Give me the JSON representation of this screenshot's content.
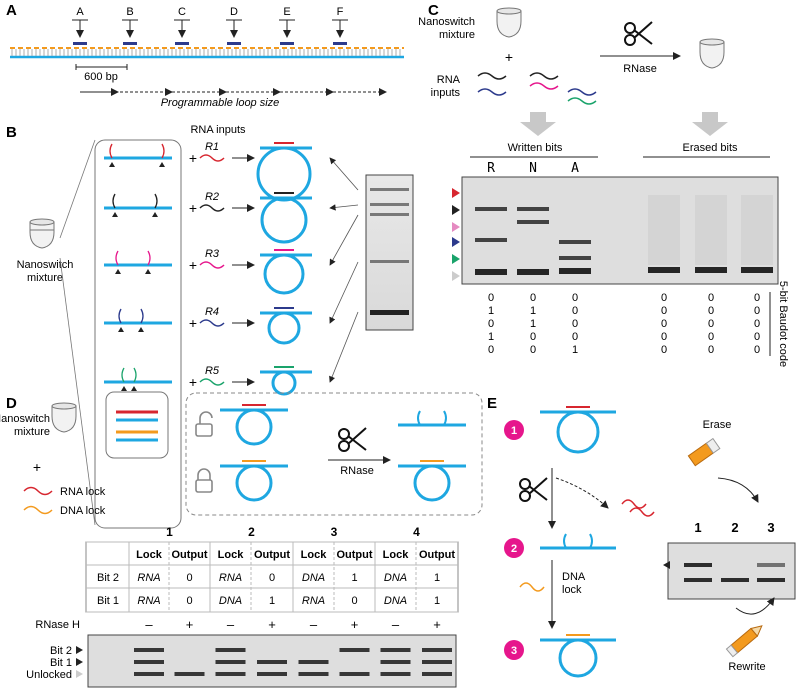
{
  "panelA": {
    "label": "A",
    "sites": [
      "A",
      "B",
      "C",
      "D",
      "E",
      "F"
    ],
    "scale": "600 bp",
    "loop_caption": "Programmable loop size"
  },
  "panelB": {
    "label": "B",
    "inputs_title": "RNA inputs",
    "mixture": "Nanoswitch mixture",
    "rna": [
      "R1",
      "R2",
      "R3",
      "R4",
      "R5"
    ]
  },
  "panelC": {
    "label": "C",
    "mixture": "Nanoswitch mixture",
    "plus": "+",
    "inputs": "RNA inputs",
    "enzyme": "RNase",
    "written": "Written bits",
    "erased": "Erased bits",
    "letters": [
      "R",
      "N",
      "A"
    ],
    "code_label": "5-bit Baudot code",
    "codes": [
      [
        "0",
        "1",
        "0",
        "1",
        "0"
      ],
      [
        "0",
        "1",
        "1",
        "0",
        "0"
      ],
      [
        "0",
        "0",
        "0",
        "0",
        "1"
      ],
      [
        "0",
        "0",
        "0",
        "0",
        "0"
      ],
      [
        "0",
        "0",
        "0",
        "0",
        "0"
      ],
      [
        "0",
        "0",
        "0",
        "0",
        "0"
      ]
    ]
  },
  "panelD": {
    "label": "D",
    "mixture": "Nanoswitch mixture",
    "plus": "+",
    "rna_lock": "RNA lock",
    "dna_lock": "DNA lock",
    "enzyme": "RNase",
    "groups": [
      "1",
      "2",
      "3",
      "4"
    ],
    "col_lock": "Lock",
    "col_output": "Output",
    "rows": [
      {
        "bit": "Bit 2",
        "cells": [
          "RNA",
          "0",
          "RNA",
          "0",
          "DNA",
          "1",
          "DNA",
          "1"
        ]
      },
      {
        "bit": "Bit 1",
        "cells": [
          "RNA",
          "0",
          "DNA",
          "1",
          "RNA",
          "0",
          "DNA",
          "1"
        ]
      }
    ],
    "rnase_label": "RNase H",
    "signs": [
      "–",
      "+",
      "–",
      "+",
      "–",
      "+",
      "–",
      "+"
    ],
    "gel_labels": [
      "Bit 2",
      "Bit 1",
      "Unlocked"
    ]
  },
  "panelE": {
    "label": "E",
    "steps": [
      "1",
      "2",
      "3"
    ],
    "dna_lock": "DNA lock",
    "erase": "Erase",
    "rewrite": "Rewrite",
    "lanes": [
      "1",
      "2",
      "3"
    ]
  },
  "colors": {
    "cyan": "#1ea7e1",
    "magenta": "#e6168c",
    "orange": "#f39a1e",
    "navy": "#2c3a8c",
    "red": "#d7262f"
  }
}
